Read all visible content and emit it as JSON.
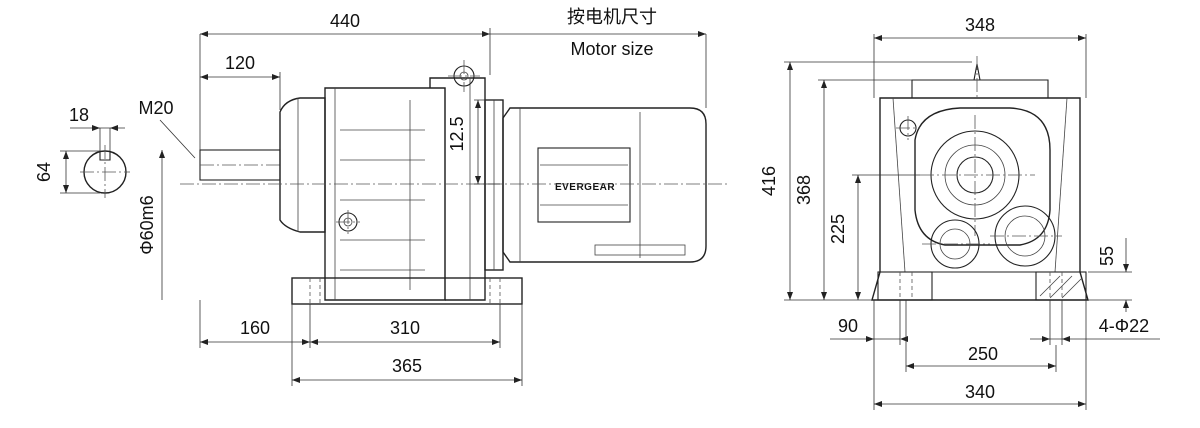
{
  "views": {
    "side": {
      "dims": {
        "total_length": "440",
        "shaft_length": "120",
        "key_width": "18",
        "thread": "M20",
        "shaft_height": "64",
        "shaft_diameter": "Φ60m6",
        "offset": "12.5",
        "base_front": "160",
        "base_length": "310",
        "base_total": "365"
      },
      "motor_note_cn": "按电机尺寸",
      "motor_note_en": "Motor size",
      "brand": "EVERGEAR"
    },
    "front": {
      "dims": {
        "width_top": "348",
        "height_total": "416",
        "height_center_top": "368",
        "shaft_center": "225",
        "foot_height": "55",
        "edge_to_hole": "90",
        "hole_spacing": "250",
        "base_width": "340",
        "holes": "4-Φ22"
      }
    }
  }
}
